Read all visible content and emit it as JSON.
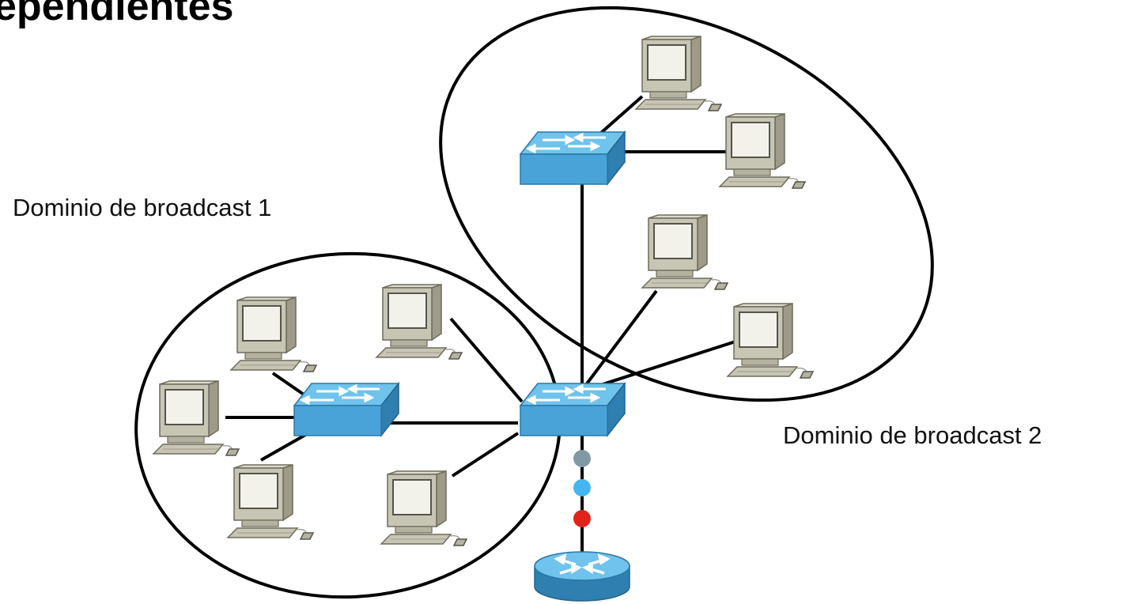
{
  "title": "ependientes",
  "domains": [
    {
      "id": "d1",
      "label": "Dominio de broadcast 1"
    },
    {
      "id": "d2",
      "label": "Dominio de broadcast 2"
    }
  ],
  "icons": {
    "pc": "desktop-computer-icon",
    "switch": "network-switch-icon",
    "router": "router-icon"
  },
  "colors": {
    "device_blue": "#4aa3d8",
    "device_blue_dark": "#2b78a6",
    "pc_beige": "#c7c5b4",
    "screen": "#f2f2ea",
    "link": "#000000",
    "dot_gray": "#7f9aa5",
    "dot_blue": "#45b6f0",
    "dot_red": "#e2231a"
  }
}
